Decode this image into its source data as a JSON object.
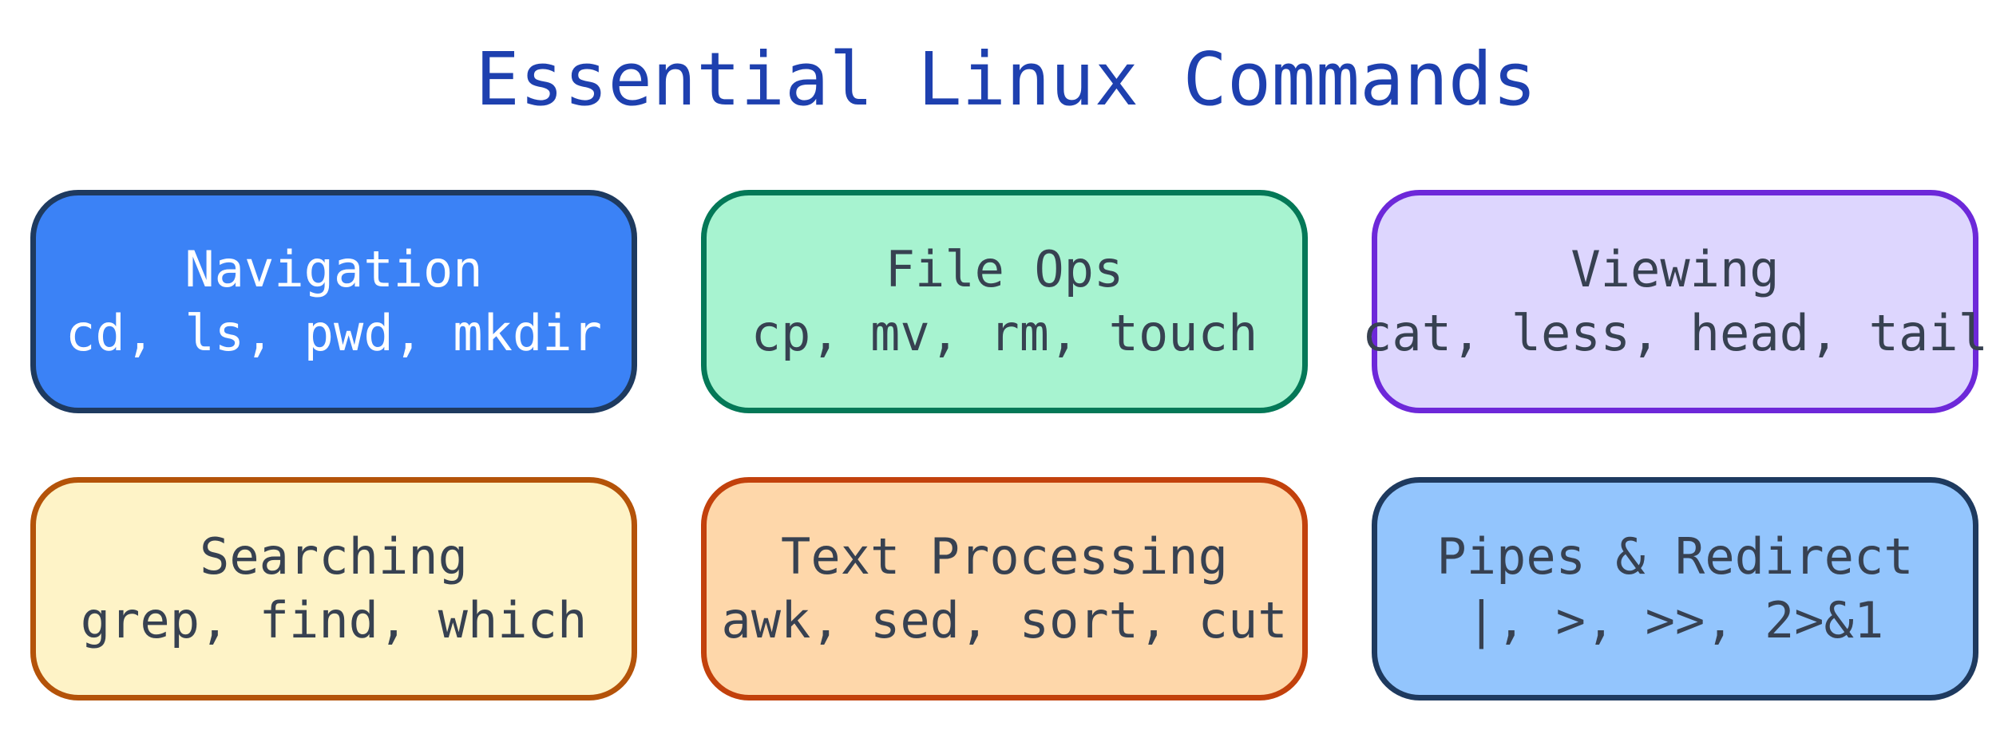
{
  "title": "Essential Linux Commands",
  "colors": {
    "title": "#1e40af",
    "text_dark": "#374151",
    "text_light": "#ffffff"
  },
  "cards": [
    {
      "heading": "Navigation",
      "commands": "cd, ls, pwd, mkdir",
      "fill": "#3b82f6",
      "border": "#1e3a5f",
      "text_color": "#ffffff"
    },
    {
      "heading": "File Ops",
      "commands": "cp, mv, rm, touch",
      "fill": "#a7f3d0",
      "border": "#047857",
      "text_color": "#374151"
    },
    {
      "heading": "Viewing",
      "commands": "cat, less, head, tail",
      "fill": "#ddd6fe",
      "border": "#6d28d9",
      "text_color": "#374151"
    },
    {
      "heading": "Searching",
      "commands": "grep, find, which",
      "fill": "#fef3c7",
      "border": "#b45309",
      "text_color": "#374151"
    },
    {
      "heading": "Text Processing",
      "commands": "awk, sed, sort, cut",
      "fill": "#fed7aa",
      "border": "#c2410c",
      "text_color": "#374151"
    },
    {
      "heading": "Pipes & Redirect",
      "commands": "|, >, >>, 2>&1",
      "fill": "#93c5fd",
      "border": "#1e3a5f",
      "text_color": "#374151"
    }
  ]
}
